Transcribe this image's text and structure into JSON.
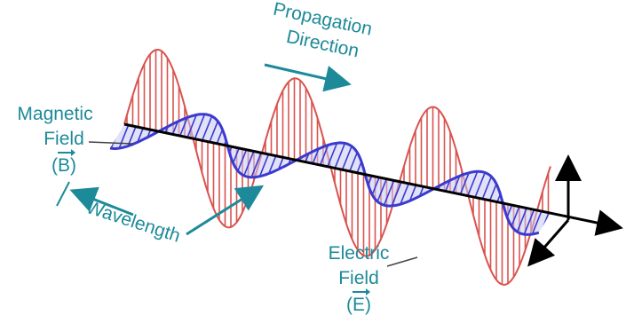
{
  "labels": {
    "propagation_line1": "Propagation",
    "propagation_line2": "Direction",
    "magnetic_line1": "Magnetic",
    "magnetic_line2": "Field",
    "magnetic_symbol": "(B)",
    "wavelength": "Wavelength",
    "electric_line1": "Electric",
    "electric_line2": "Field",
    "electric_symbol": "(E)"
  },
  "colors": {
    "electric_wave": "#d9534f",
    "magnetic_wave": "#3a3ad0",
    "label_teal": "#1d8a99",
    "axis": "#000000"
  }
}
